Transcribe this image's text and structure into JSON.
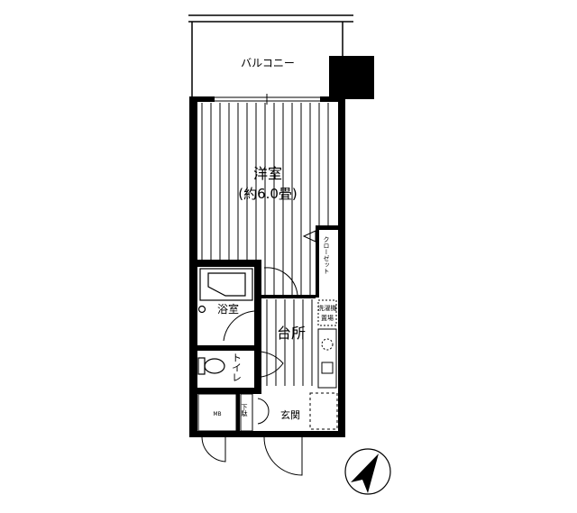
{
  "floor_plan": {
    "rooms": {
      "balcony": "バルコニー",
      "western_room": "洋室",
      "western_room_size": "(約6.0畳)",
      "closet": "クローゼット",
      "bathroom": "浴室",
      "laundry_line1": "洗濯機",
      "laundry_line2": "置場",
      "kitchen": "台所",
      "toilet": "トイレ",
      "meter_box": "MB",
      "shoe_box": "下駄",
      "entrance": "玄関"
    },
    "compass_icon": "north-arrow-icon"
  }
}
